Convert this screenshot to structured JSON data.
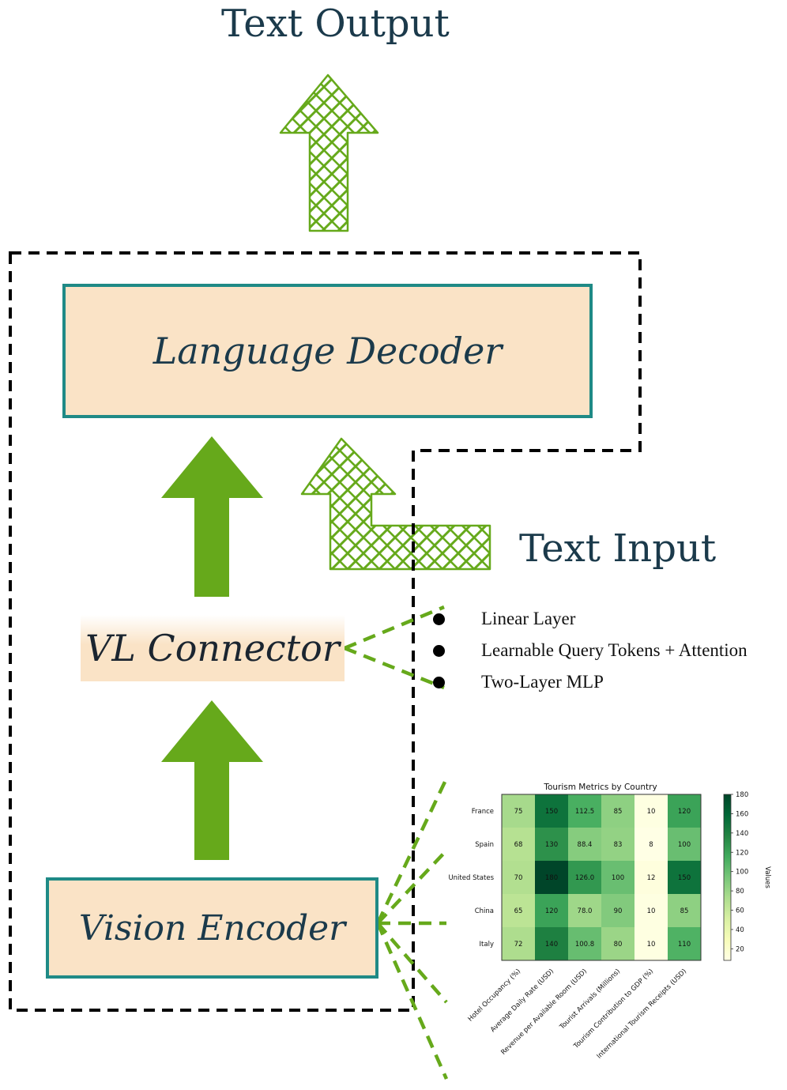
{
  "labels": {
    "text_output": "Text Output",
    "text_input": "Text Input"
  },
  "blocks": {
    "language_decoder": "Language Decoder",
    "vl_connector": "VL Connector",
    "vision_encoder": "Vision Encoder"
  },
  "connector_options": [
    "Linear Layer",
    "Learnable Query Tokens + Attention",
    "Two-Layer MLP"
  ],
  "colors": {
    "arrow_green": "#66a91b",
    "box_fill": "#fae3c6",
    "box_border": "#1f8a86",
    "label_text": "#1b3a4b"
  },
  "icons": {
    "output_arrow": "hatched-up-arrow-icon",
    "input_arrow": "hatched-bent-arrow-icon",
    "flow_arrow": "solid-up-arrow-icon"
  },
  "chart_data": {
    "type": "heatmap",
    "title": "Tourism Metrics by Country",
    "rows": [
      "France",
      "Spain",
      "United States",
      "China",
      "Italy"
    ],
    "columns": [
      "Hotel Occupancy (%)",
      "Average Daily Rate (USD)",
      "Revenue per Available Room (USD)",
      "Tourist Arrivals (Millions)",
      "Tourism Contribution to GDP (%)",
      "International Tourism Receipts (USD)"
    ],
    "values": [
      [
        75,
        150,
        112.5,
        85,
        10,
        120
      ],
      [
        68,
        130,
        88.4,
        83,
        8,
        100
      ],
      [
        70,
        180,
        126.0,
        100,
        12,
        150
      ],
      [
        65,
        120,
        78.0,
        90,
        10,
        85
      ],
      [
        72,
        140,
        100.8,
        80,
        10,
        110
      ]
    ],
    "value_labels": [
      [
        "75",
        "150",
        "112.5",
        "85",
        "10",
        "120"
      ],
      [
        "68",
        "130",
        "88.4",
        "83",
        "8",
        "100"
      ],
      [
        "70",
        "180",
        "126.0",
        "100",
        "12",
        "150"
      ],
      [
        "65",
        "120",
        "78.0",
        "90",
        "10",
        "85"
      ],
      [
        "72",
        "140",
        "100.8",
        "80",
        "10",
        "110"
      ]
    ],
    "colorbar": {
      "label": "Values",
      "range": [
        8,
        180
      ],
      "ticks": [
        20,
        40,
        60,
        80,
        100,
        120,
        140,
        160,
        180
      ],
      "colormap": "YlGn"
    }
  }
}
